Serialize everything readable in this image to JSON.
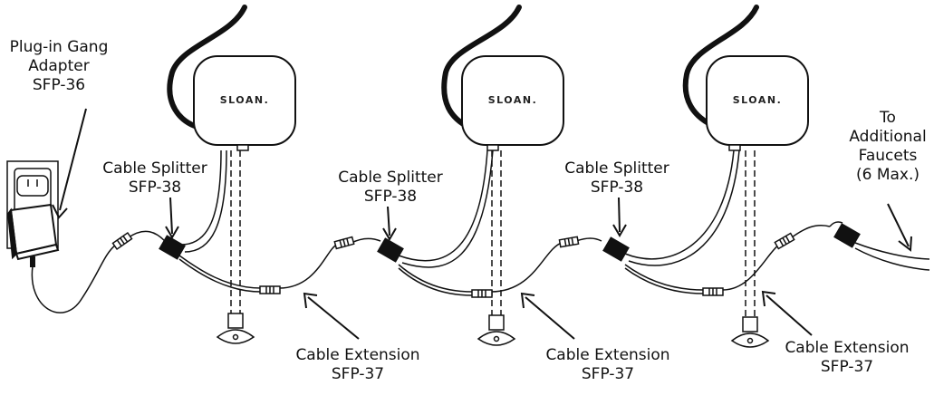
{
  "labels": {
    "gang_adapter": [
      "Plug-in Gang",
      "Adapter",
      "SFP-36"
    ],
    "splitter_1": [
      "Cable Splitter",
      "SFP-38"
    ],
    "splitter_2": [
      "Cable Splitter",
      "SFP-38"
    ],
    "splitter_3": [
      "Cable Splitter",
      "SFP-38"
    ],
    "extension_1": [
      "Cable Extension",
      "SFP-37"
    ],
    "extension_2": [
      "Cable Extension",
      "SFP-37"
    ],
    "extension_3": [
      "Cable Extension",
      "SFP-37"
    ],
    "additional": [
      "To",
      "Additional",
      "Faucets",
      "(6 Max.)"
    ]
  },
  "brand": "SLOAN.",
  "colors": {
    "line": "#111111",
    "fill": "#ffffff"
  }
}
